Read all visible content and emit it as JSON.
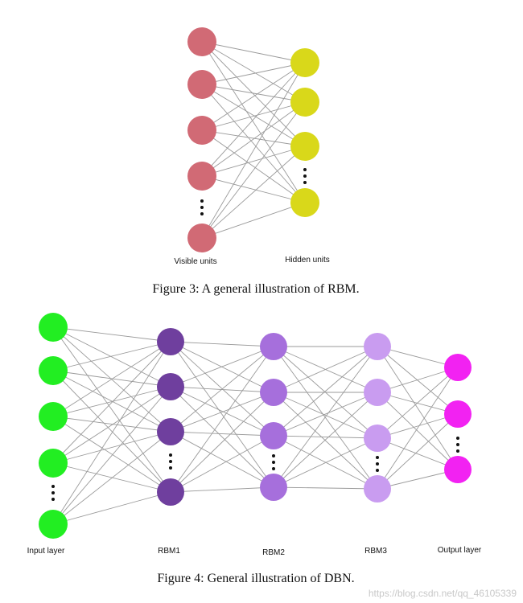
{
  "figure3": {
    "caption": "Figure 3: A general illustration of RBM.",
    "layers": [
      {
        "label": "Visible units",
        "color": "#d16a75"
      },
      {
        "label": "Hidden units",
        "color": "#d9d81a"
      }
    ]
  },
  "figure4": {
    "caption": "Figure 4: General illustration of DBN.",
    "layers": [
      {
        "label": "Input layer",
        "color": "#22ee22"
      },
      {
        "label": "RBM1",
        "color": "#6f3f9e"
      },
      {
        "label": "RBM2",
        "color": "#a66fdc"
      },
      {
        "label": "RBM3",
        "color": "#c99cf0"
      },
      {
        "label": "Output layer",
        "color": "#f222f2"
      }
    ]
  },
  "watermark": "https://blog.csdn.net/qq_46105339",
  "colors": {
    "edge": "#9a9a9a"
  },
  "icons": {
    "ellipsis": "vertical-ellipsis"
  }
}
